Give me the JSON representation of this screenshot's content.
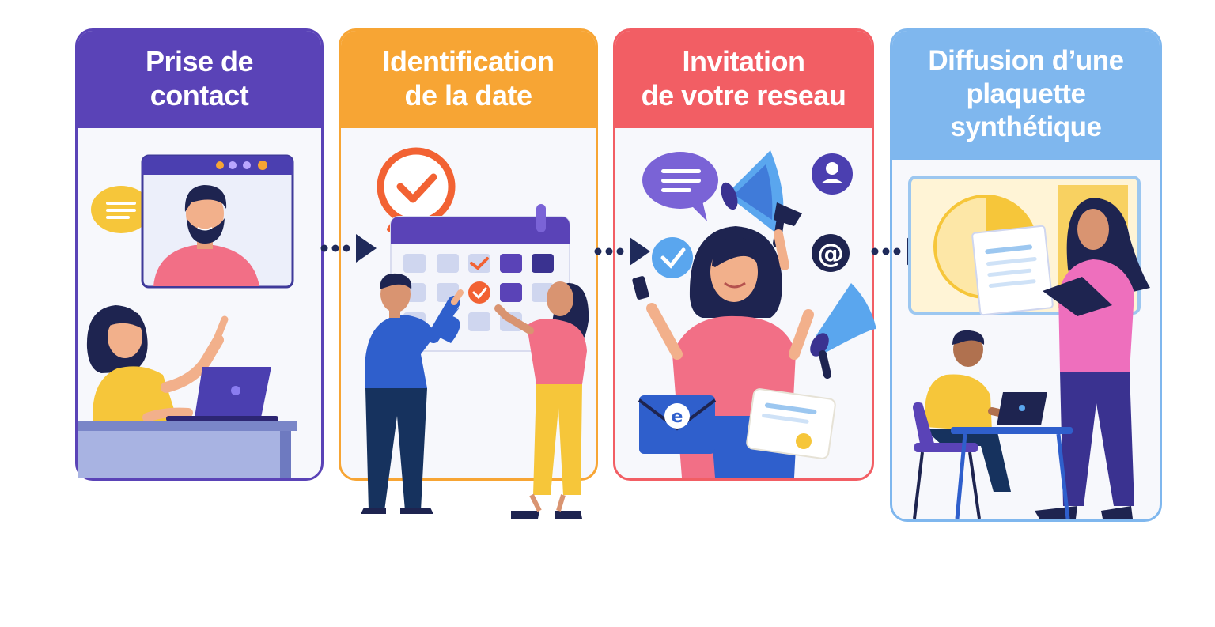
{
  "steps": [
    {
      "title_lines": [
        "Prise de",
        "contact"
      ],
      "color": "#5a43b7",
      "icons": [
        "speech-bubble-icon",
        "video-call-window-icon",
        "laptop-icon",
        "desk-icon"
      ]
    },
    {
      "title_lines": [
        "Identification",
        "de la date"
      ],
      "color": "#f7a534",
      "icons": [
        "clock-check-icon",
        "calendar-icon",
        "check-mark-icon"
      ]
    },
    {
      "title_lines": [
        "Invitation",
        "de votre reseau"
      ],
      "color": "#f25e64",
      "icons": [
        "chat-bubble-icon",
        "megaphone-icon",
        "user-profile-icon",
        "check-circle-icon",
        "at-sign-icon",
        "email-envelope-icon",
        "phone-icon",
        "certificate-icon"
      ]
    },
    {
      "title_lines": [
        "Diffusion d’une",
        "plaquette",
        "synthétique"
      ],
      "color": "#7fb7ee",
      "icons": [
        "presentation-screen-icon",
        "pie-chart-icon",
        "brochure-icon",
        "laptop-icon",
        "chair-icon"
      ]
    }
  ],
  "colors": {
    "arrow": "#1f2a5a",
    "purple": "#5a43b7",
    "orange": "#f7a534",
    "coral": "#f25e64",
    "light_blue": "#7fb7ee",
    "yellow": "#f6c63a",
    "navy": "#1c2e5e",
    "pink": "#f26f86"
  }
}
